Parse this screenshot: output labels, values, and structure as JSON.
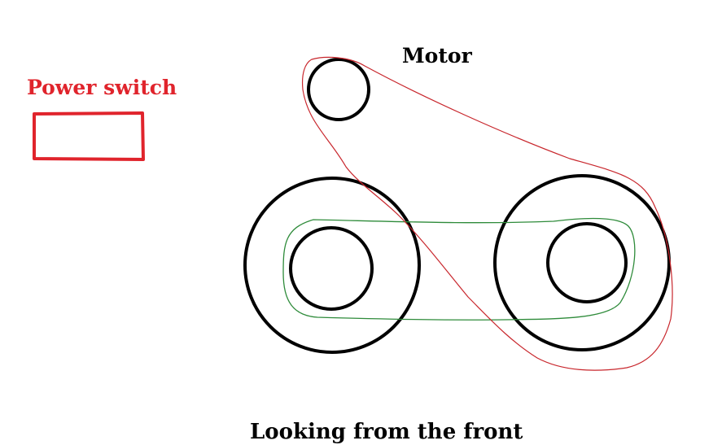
{
  "labels": {
    "motor": "Motor",
    "power_switch": "Power switch",
    "caption": "Looking from the front"
  },
  "colors": {
    "background": "#ffffff",
    "outline": "#000000",
    "power_switch": "#e0242c",
    "motor_belt": "#c8262c",
    "drive_belt": "#2e8b3a"
  }
}
